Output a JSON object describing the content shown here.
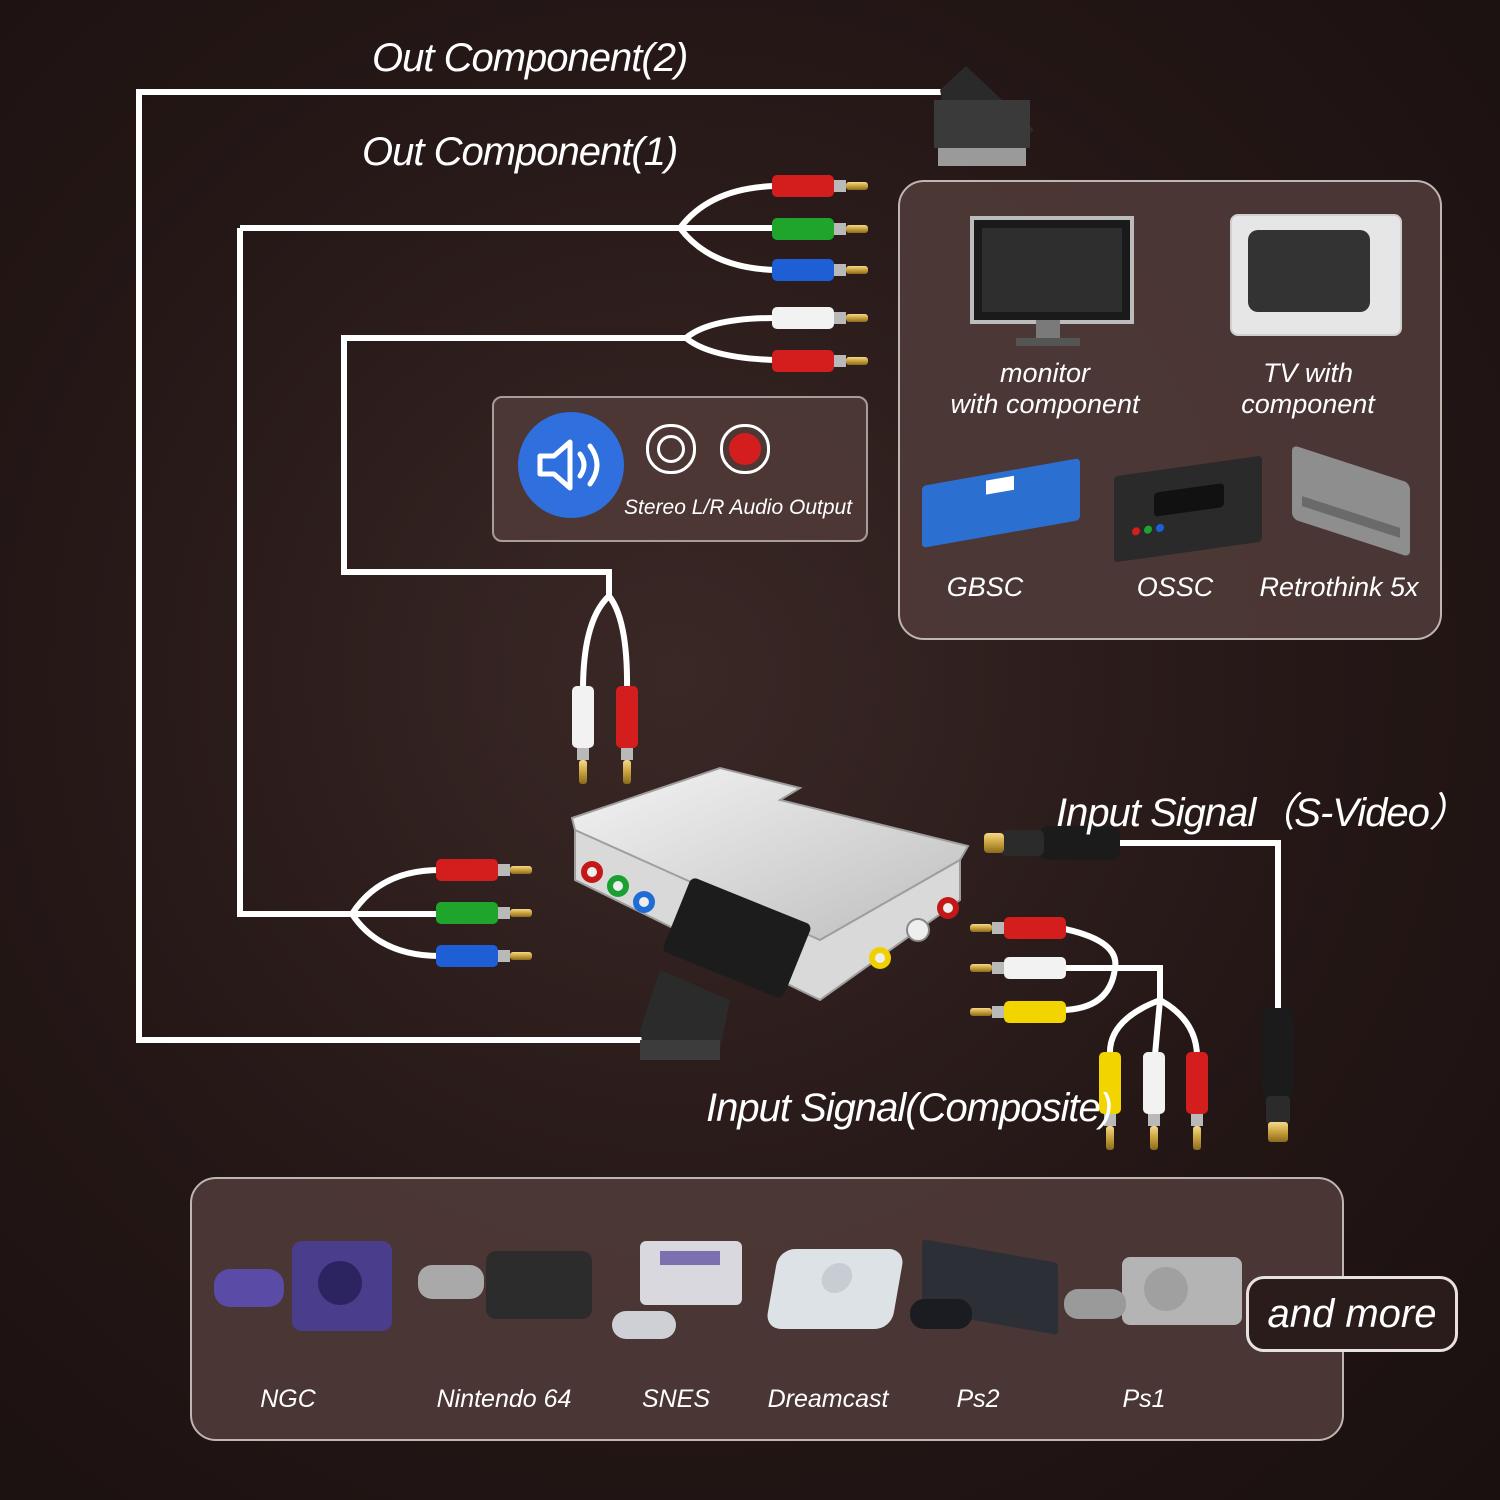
{
  "labels": {
    "out_component_2": "Out Component(2)",
    "out_component_1": "Out Component(1)",
    "stereo_audio": "Stereo L/R Audio Output",
    "input_svideo": "Input Signal（S-Video）",
    "input_composite": "Input Signal(Composite)"
  },
  "output_devices": {
    "monitor_line1": "monitor",
    "monitor_line2": "with component",
    "tv_line1": "TV with",
    "tv_line2": "component",
    "scalers": [
      "GBSC",
      "OSSC",
      "Retrothink 5x"
    ]
  },
  "consoles": {
    "items": [
      "NGC",
      "Nintendo 64",
      "SNES",
      "Dreamcast",
      "Ps2",
      "Ps1"
    ],
    "and_more": "and more"
  },
  "colors": {
    "background": "#241716",
    "panel": "#4e3a37",
    "cable": "#ffffff",
    "red": "#d41e1e",
    "green": "#1fa52b",
    "blue": "#1e5fd6",
    "yellow": "#f1d400",
    "audio_icon": "#2f6fde"
  },
  "icons": [
    "speaker-icon",
    "rca-jack-white-icon",
    "rca-jack-red-icon",
    "scart-plug-icon",
    "svideo-plug-icon"
  ]
}
